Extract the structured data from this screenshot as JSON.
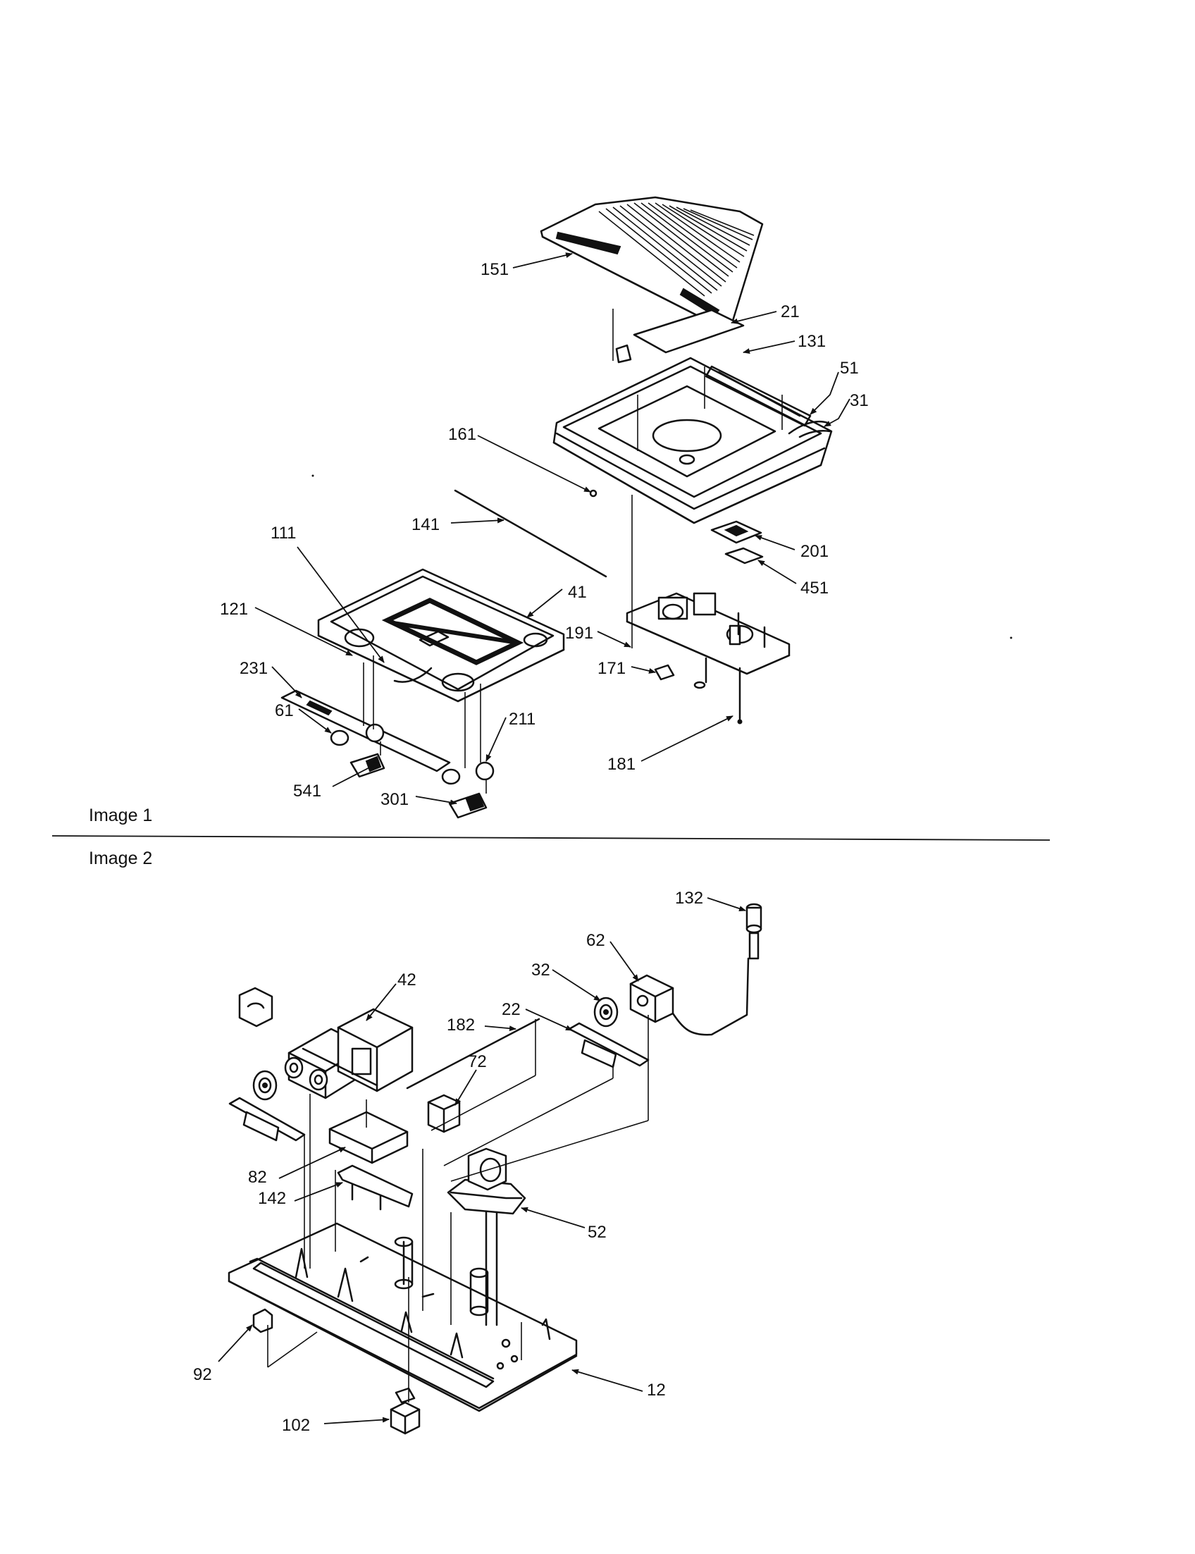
{
  "figure_1": {
    "caption": "Image 1",
    "labels": [
      "151",
      "21",
      "131",
      "51",
      "31",
      "161",
      "141",
      "201",
      "451",
      "111",
      "41",
      "121",
      "231",
      "191",
      "171",
      "61",
      "211",
      "181",
      "541",
      "301"
    ]
  },
  "figure_2": {
    "caption": "Image 2",
    "labels": [
      "132",
      "62",
      "42",
      "32",
      "22",
      "182",
      "72",
      "82",
      "142",
      "52",
      "92",
      "12",
      "102"
    ]
  }
}
